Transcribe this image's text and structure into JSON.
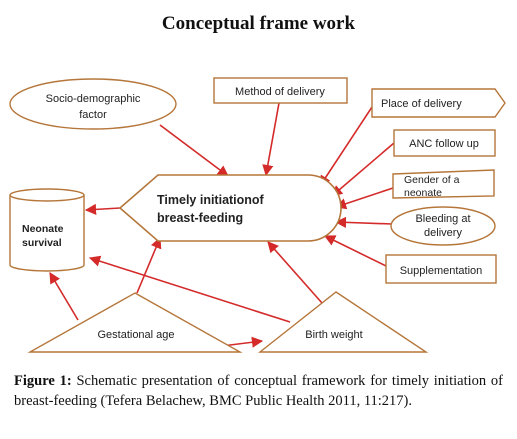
{
  "title": "Conceptual frame work",
  "nodes": {
    "socio": [
      "Socio-demographic",
      "factor"
    ],
    "method": "Method of delivery",
    "place": "Place of delivery",
    "anc": "ANC follow up",
    "gender": [
      "Gender of a",
      "neonate"
    ],
    "bleeding": [
      "Bleeding at",
      "delivery"
    ],
    "supplementation": "Supplementation",
    "timely": [
      "Timely initiationof",
      "breast-feeding"
    ],
    "neonate": [
      "Neonate",
      "survival"
    ],
    "gestational": "Gestational age",
    "birthweight": "Birth weight"
  },
  "colors": {
    "shape_stroke": "#b5763a",
    "arrow": "#d42a2a"
  },
  "caption": {
    "label": "Figure 1:",
    "text": "Schematic presentation of conceptual framework for timely initiation of breast-feeding (Tefera Belachew, BMC Public Health 2011, 11:217)."
  }
}
